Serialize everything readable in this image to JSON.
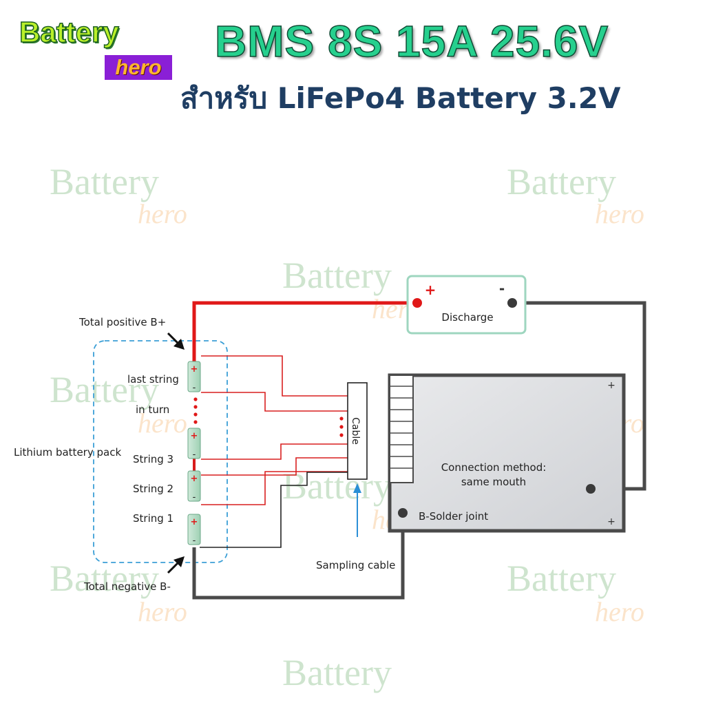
{
  "brand": {
    "line1": "Battery",
    "line2": "hero"
  },
  "title": "BMS 8S 15A 25.6V",
  "subtitle": "สำหรับ LiFePo4 Battery 3.2V",
  "diagram": {
    "total_positive": "Total positive B+",
    "total_negative": "Total negative B-",
    "last_string": "last string",
    "in_turn": "in turn",
    "pack": "Lithium battery pack",
    "string3": "String 3",
    "string2": "String 2",
    "string1": "String 1",
    "cable": "Cable",
    "sampling_cable": "Sampling cable",
    "discharge": "Discharge",
    "plus": "+",
    "minus": "-",
    "connection_line1": "Connection method:",
    "connection_line2": "same mouth",
    "solder_joint": "B-Solder joint"
  }
}
